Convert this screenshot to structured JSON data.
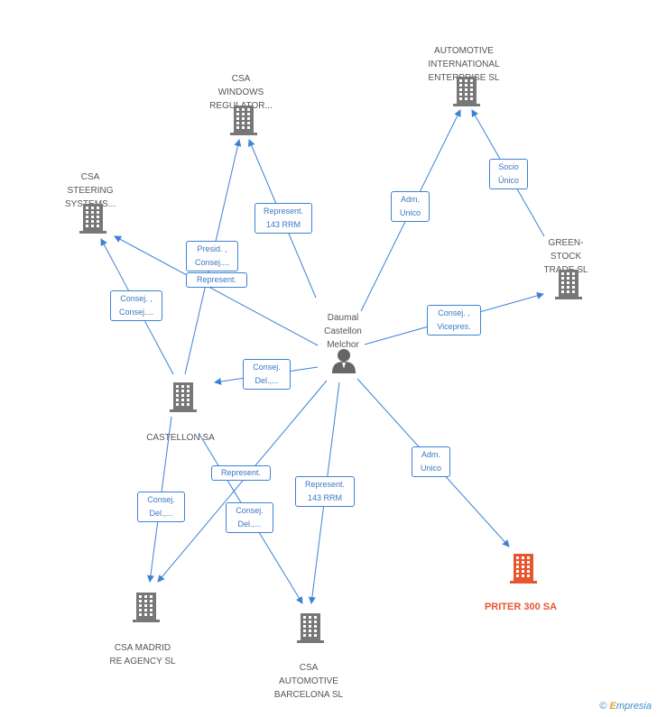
{
  "colors": {
    "edge": "#3b82d4",
    "company_icon": "#777777",
    "highlight_icon": "#e8552f",
    "person_icon": "#666666",
    "label_text": "#555555"
  },
  "nodes": {
    "automotive_international": {
      "label": "AUTOMOTIVE\nINTERNATIONAL\nENTERPRISE  SL",
      "icon": "building-icon"
    },
    "csa_windows": {
      "label": "CSA\nWINDOWS\nREGULATOR...",
      "icon": "building-icon"
    },
    "csa_steering": {
      "label": "CSA\nSTEERING\nSYSTEMS...",
      "icon": "building-icon"
    },
    "green_stock": {
      "label": "GREEN-\nSTOCK\nTRADE SL",
      "icon": "building-icon"
    },
    "person": {
      "label": "Daumal\nCastellon\nMelchor",
      "icon": "person-icon"
    },
    "castellon": {
      "label": "CASTELLON SA",
      "icon": "building-icon"
    },
    "priter": {
      "label": "PRITER 300 SA",
      "icon": "building-icon"
    },
    "csa_madrid": {
      "label": "CSA MADRID\nRE AGENCY SL",
      "icon": "building-icon"
    },
    "csa_automotive_barcelona": {
      "label": "CSA\nAUTOMOTIVE\nBARCELONA SL",
      "icon": "building-icon"
    }
  },
  "relations": {
    "represent_143_windows": "Represent.\n143 RRM",
    "presid_consej": "Presid. ,\nConsej....",
    "represent_steering": "Represent.",
    "consej_consej": "Consej. ,\nConsej....",
    "adm_unico_automotive": "Adm.\nUnico",
    "socio_unico": "Socio\nÚnico",
    "consej_vicepres": "Consej. ,\nVicepres.",
    "consej_del_castellon": "Consej.\nDel.,...",
    "adm_unico_priter": "Adm.\nUnico",
    "consej_del_madrid": "Consej.\nDel.,...",
    "represent_madrid": "Represent.",
    "consej_del_barcelona": "Consej.\nDel.,...",
    "represent_143_barcelona": "Represent.\n143 RRM"
  },
  "footer": {
    "copyright": "©",
    "brand_e": "E",
    "brand_rest": "mpresia"
  }
}
